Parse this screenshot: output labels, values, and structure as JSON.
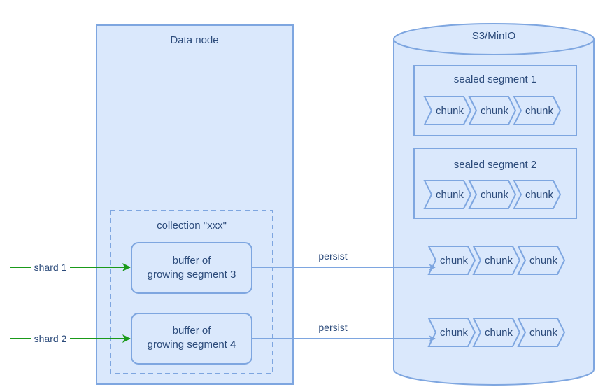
{
  "data_node": {
    "title": "Data node"
  },
  "collection": {
    "title": "collection \"xxx\""
  },
  "buffers": [
    {
      "line1": "buffer of",
      "line2": "growing segment 3"
    },
    {
      "line1": "buffer of",
      "line2": "growing segment 4"
    }
  ],
  "shards": [
    {
      "label": "shard 1"
    },
    {
      "label": "shard 2"
    }
  ],
  "persist_labels": [
    "persist",
    "persist"
  ],
  "storage": {
    "title": "S3/MinIO",
    "sealed_segments": [
      {
        "title": "sealed segment 1",
        "chunks": [
          "chunk",
          "chunk",
          "chunk"
        ]
      },
      {
        "title": "sealed segment 2",
        "chunks": [
          "chunk",
          "chunk",
          "chunk"
        ]
      }
    ],
    "persisted_rows": [
      {
        "chunks": [
          "chunk",
          "chunk",
          "chunk"
        ]
      },
      {
        "chunks": [
          "chunk",
          "chunk",
          "chunk"
        ]
      }
    ]
  },
  "colors": {
    "fill": "#dae8fc",
    "stroke": "#7ea6e0",
    "arrow_blue": "#7ea6e0",
    "arrow_green": "#1a9a1a",
    "text": "#2b4a7a"
  }
}
